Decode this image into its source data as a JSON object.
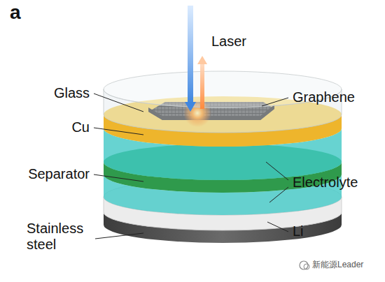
{
  "diagram": {
    "labels": [
      "a",
      "Laser",
      "Glass",
      "Graphene",
      "Cu",
      "Separator",
      "Electrolyte",
      "Li",
      "Stainless steel",
      "新能源Leader"
    ]
  }
}
